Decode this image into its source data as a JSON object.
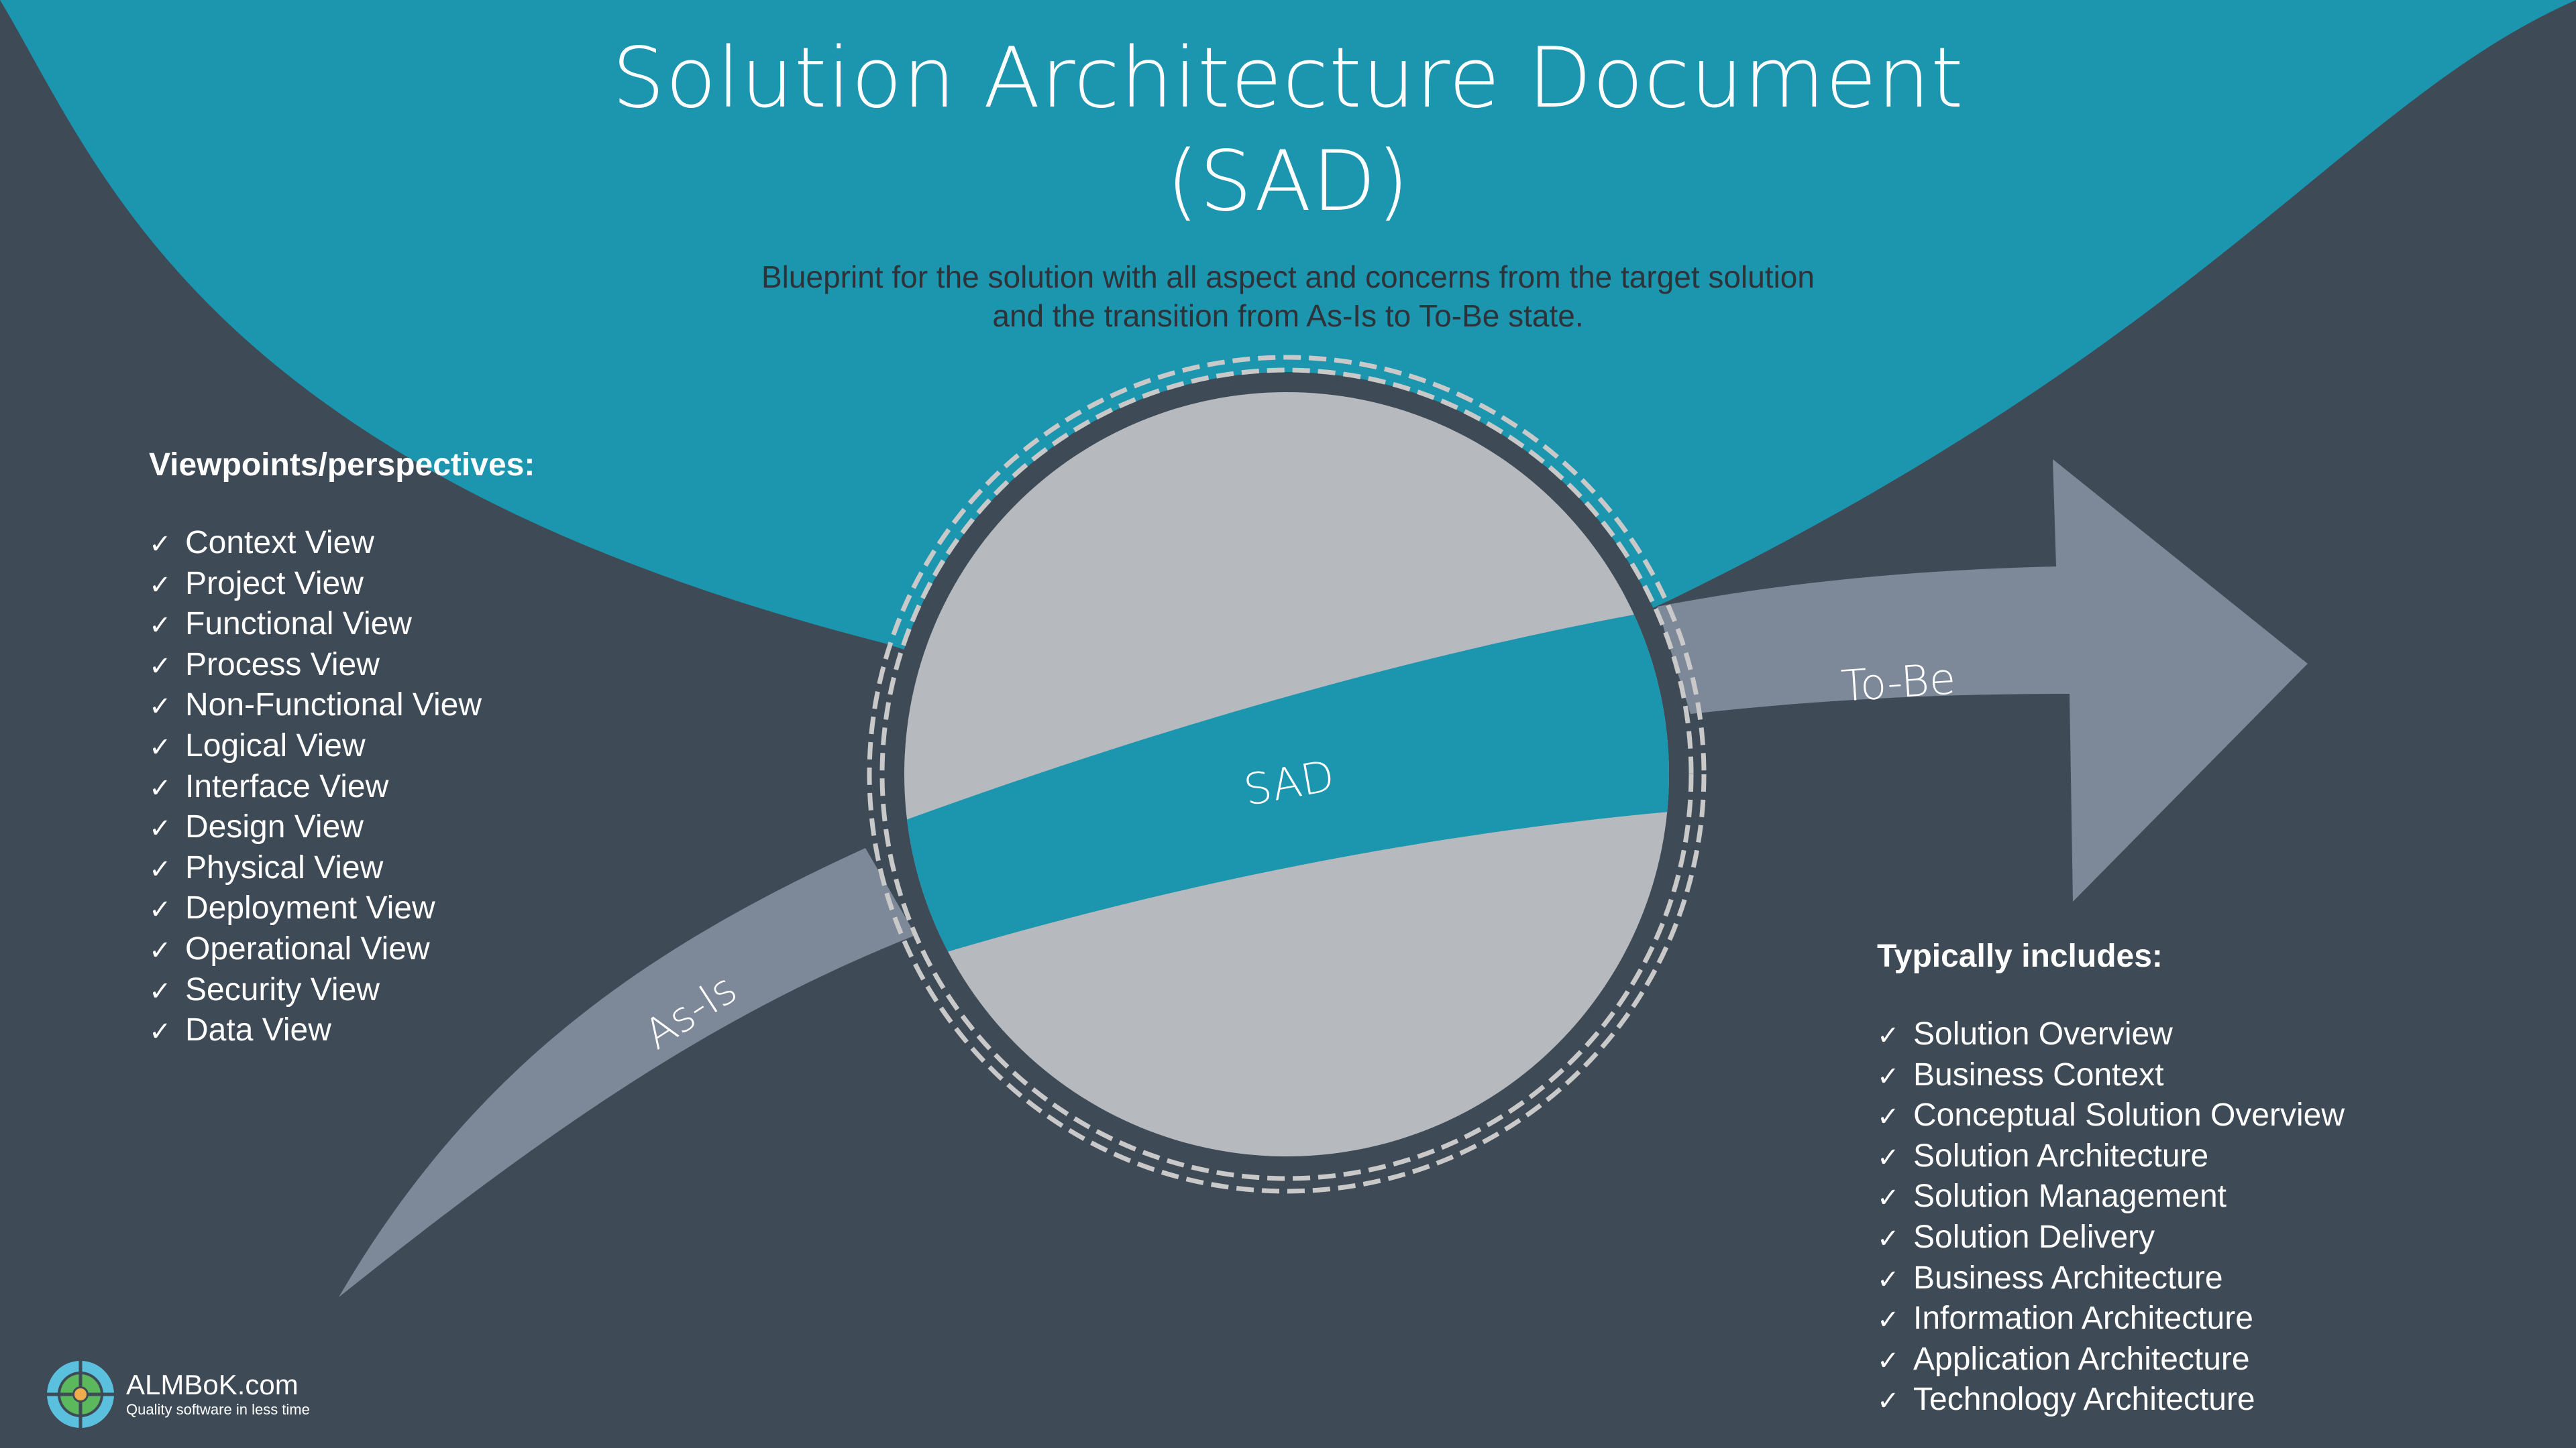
{
  "header": {
    "title_line1": "Solution Architecture Document",
    "title_line2": "(SAD)",
    "subtitle_line1": "Blueprint for the solution with all aspect and concerns from the target solution",
    "subtitle_line2": "and the transition from As-Is to To-Be state."
  },
  "diagram": {
    "center_label": "SAD",
    "as_is_label": "As-Is",
    "to_be_label": "To-Be"
  },
  "viewpoints": {
    "heading": "Viewpoints/perspectives:",
    "check_icon": "✓",
    "items": [
      "Context View",
      "Project View",
      "Functional View",
      "Process View",
      "Non-Functional View",
      "Logical View",
      "Interface View",
      "Design View",
      "Physical View",
      "Deployment View",
      "Operational View",
      "Security View",
      "Data View"
    ]
  },
  "includes": {
    "heading": "Typically includes:",
    "check_icon": "✓",
    "items": [
      "Solution Overview",
      "Business Context",
      "Conceptual Solution Overview",
      "Solution Architecture",
      "Solution Management",
      "Solution Delivery",
      "Business Architecture",
      "Information Architecture",
      "Application Architecture",
      "Technology Architecture"
    ]
  },
  "footer": {
    "brand": "ALMBoK.com",
    "tagline": "Quality software in less time"
  },
  "colors": {
    "background": "#3e4a55",
    "teal": "#1c95ae",
    "circle_gray": "#b6b9be",
    "arrow_gray": "#7d8898",
    "dash": "#c9c9c9",
    "logo_blue": "#5bc0de",
    "logo_green": "#5cb85c",
    "logo_orange": "#f0ad4e"
  }
}
